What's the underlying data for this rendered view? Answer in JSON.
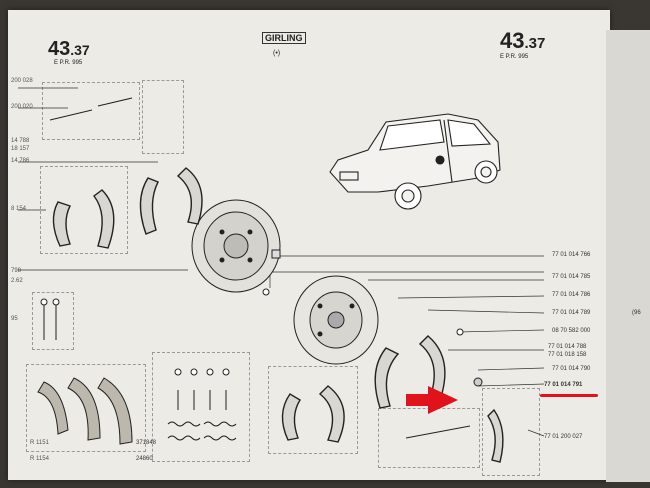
{
  "header": {
    "left_page_no": "43",
    "left_page_sub": ".37",
    "left_meta": "E     P.R. 995",
    "right_page_no": "43",
    "right_page_sub": ".37",
    "right_meta": "E     P.R. 995",
    "brand": "GIRLING",
    "brand_sub": "(•)"
  },
  "left_margin_numbers": [
    "200 028",
    "200 020",
    "14 788",
    "18 157",
    "14 786",
    "8 154",
    "798",
    "2.62",
    "95",
    "R 1151",
    "R 1154"
  ],
  "part_numbers": [
    "77 01 014 766",
    "77 01 014 785",
    "77 01 014 786",
    "77 01 014 789",
    "08 70 582 000",
    "77 01 014 788",
    "77 01 018 158",
    "77 01 014 790",
    "77 01 014 791",
    "77 01 200 027"
  ],
  "bottom_refs": [
    "371848",
    "24860"
  ],
  "right_edge_note": "(96",
  "colors": {
    "paper": "#ecebe6",
    "ink": "#333333",
    "highlight": "#e0121c"
  }
}
